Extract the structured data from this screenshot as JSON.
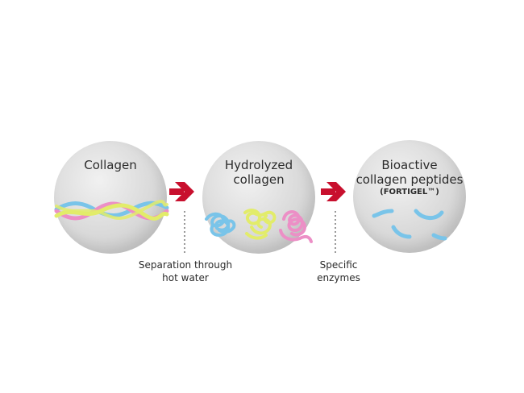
{
  "steps": [
    {
      "title_line1": "Collagen",
      "title_line2": "",
      "sub": ""
    },
    {
      "title_line1": "Hydrolyzed",
      "title_line2": "collagen",
      "sub": ""
    },
    {
      "title_line1": "Bioactive",
      "title_line2": "collagen peptides",
      "sub": "(FORTIGEL™)"
    }
  ],
  "processes": [
    {
      "line1": "Separation through",
      "line2": "hot water"
    },
    {
      "line1": "Specific",
      "line2": "enzymes"
    }
  ],
  "colors": {
    "arrow": "#c8102e",
    "fiber_blue": "#8fd0ef",
    "fiber_yellow": "#e5ef7a",
    "fiber_pink": "#ef9fd0",
    "sphere": "#d9d9d9"
  },
  "icons": [
    "arrow-right-icon",
    "collagen-triple-helix-icon",
    "hydrolyzed-coil-icon",
    "peptide-fragment-icon"
  ]
}
